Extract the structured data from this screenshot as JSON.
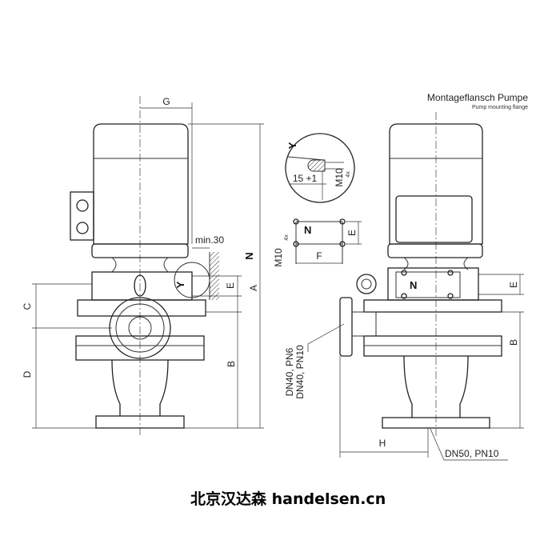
{
  "title": "Montageflansch Pumpe",
  "subtitle": "Pump mounting flange",
  "watermark": "北京汉达森 handelsen.cn",
  "dimensions": {
    "G": "G",
    "A": "A",
    "B": "B",
    "C": "C",
    "D": "D",
    "E": "E",
    "F": "F",
    "H": "H",
    "min30": "min.30",
    "M10": "M10",
    "count4x": "4x",
    "depth": "15 +1"
  },
  "views": {
    "Y": "Y",
    "N": "N"
  },
  "connections": {
    "suction_pn6": "DN40, PN6",
    "suction_pn10": "DN40, PN10",
    "discharge": "DN50, PN10"
  }
}
